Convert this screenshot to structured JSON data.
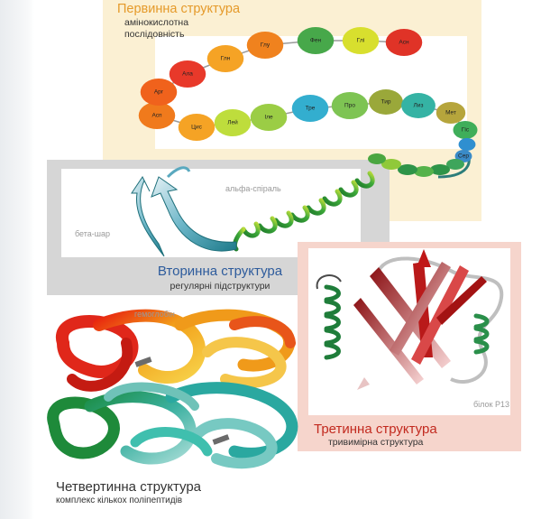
{
  "levels": {
    "primary": {
      "title": "Первинна структура",
      "subtitle": "амінокислотна послідовність"
    },
    "secondary": {
      "title": "Вторинна структура",
      "subtitle": "регулярні підструктури",
      "alpha_label": "альфа-спіраль",
      "beta_label": "бета-шар"
    },
    "tertiary": {
      "title": "Третинна структура",
      "subtitle": "тривимірна структура",
      "protein_label": "білок P13"
    },
    "quaternary": {
      "title": "Четвертинна структура",
      "subtitle": "комплекс кількох поліпептидів",
      "protein_label": "гемоглобін"
    }
  },
  "amino_acids": [
    {
      "label": "Асп",
      "color": "#f07a1c"
    },
    {
      "label": "Арг",
      "color": "#f0621c"
    },
    {
      "label": "Ала",
      "color": "#e8392a"
    },
    {
      "label": "Глн",
      "color": "#f5a325"
    },
    {
      "label": "Глу",
      "color": "#f0821e"
    },
    {
      "label": "Фен",
      "color": "#47a84a"
    },
    {
      "label": "Глі",
      "color": "#d8df2e"
    },
    {
      "label": "Асн",
      "color": "#e03327"
    },
    {
      "label": "Цис",
      "color": "#f5a325"
    },
    {
      "label": "Лей",
      "color": "#bedd3c"
    },
    {
      "label": "Іле",
      "color": "#9bcd45"
    },
    {
      "label": "Тре",
      "color": "#33aecf"
    },
    {
      "label": "Про",
      "color": "#7ec453"
    },
    {
      "label": "Тир",
      "color": "#9aa83a"
    },
    {
      "label": "Лиз",
      "color": "#35b3a4"
    },
    {
      "label": "Мет",
      "color": "#b6a53c"
    },
    {
      "label": "Гіс",
      "color": "#3fae5a"
    },
    {
      "label": "",
      "color": "#2f8fd0"
    },
    {
      "label": "Сер",
      "color": "#3a8bc8"
    }
  ]
}
